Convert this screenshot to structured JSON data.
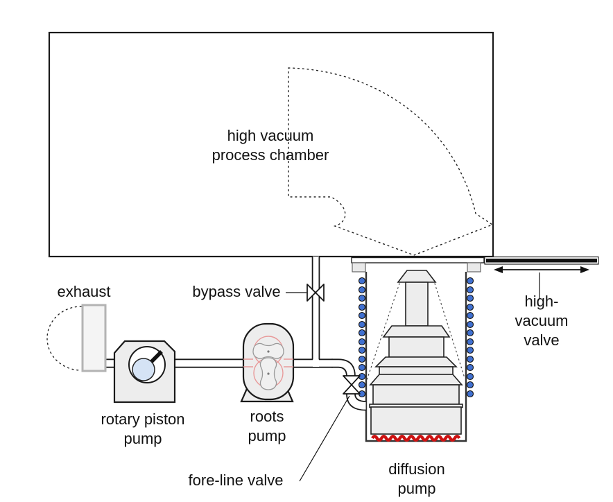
{
  "labels": {
    "chamber": "high vacuum\nprocess chamber",
    "exhaust": "exhaust",
    "bypass_valve": "bypass valve",
    "rotary_piston_pump": "rotary piston\npump",
    "roots_pump": "roots\npump",
    "fore_line_valve": "fore-line valve",
    "diffusion_pump": "diffusion\npump",
    "high_vacuum_valve": "high-vacuum\nvalve"
  },
  "colors": {
    "coil_blue": "#4070d0",
    "heater_red": "#cc1111",
    "bore_pink": "#e89a9a",
    "piston_blue": "#d5e3f5",
    "body_gray": "#ededed",
    "line_black": "#1a1a1a"
  }
}
